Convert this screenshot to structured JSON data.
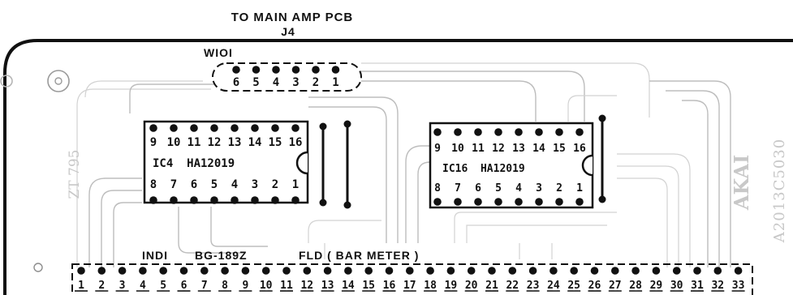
{
  "header": {
    "title": "TO MAIN AMP PCB",
    "connector": "J4"
  },
  "w101": {
    "label": "WIOI",
    "pins": [
      "6",
      "5",
      "4",
      "3",
      "2",
      "1"
    ]
  },
  "ic4": {
    "label": "IC4  HA12019",
    "top_pins": [
      "9",
      "10",
      "11",
      "12",
      "13",
      "14",
      "15",
      "16"
    ],
    "bottom_pins": [
      "8",
      "7",
      "6",
      "5",
      "4",
      "3",
      "2",
      "1"
    ]
  },
  "ic16": {
    "label": "IC16  HA12019",
    "top_pins": [
      "9",
      "10",
      "11",
      "12",
      "13",
      "14",
      "15",
      "16"
    ],
    "bottom_pins": [
      "8",
      "7",
      "6",
      "5",
      "4",
      "3",
      "2",
      "1"
    ]
  },
  "bottom_labels": {
    "indi": "INDI",
    "part": "BG-189Z",
    "fld": "FLD ( BAR METER )"
  },
  "edge_pins": [
    "1",
    "2",
    "3",
    "4",
    "5",
    "6",
    "7",
    "8",
    "9",
    "10",
    "11",
    "12",
    "13",
    "14",
    "15",
    "16",
    "17",
    "18",
    "19",
    "20",
    "21",
    "22",
    "23",
    "24",
    "25",
    "26",
    "27",
    "28",
    "29",
    "30",
    "31",
    "32",
    "33"
  ],
  "side_text": {
    "left": "ZT 795",
    "brand": "AKAI",
    "code": "A2013C5030"
  }
}
